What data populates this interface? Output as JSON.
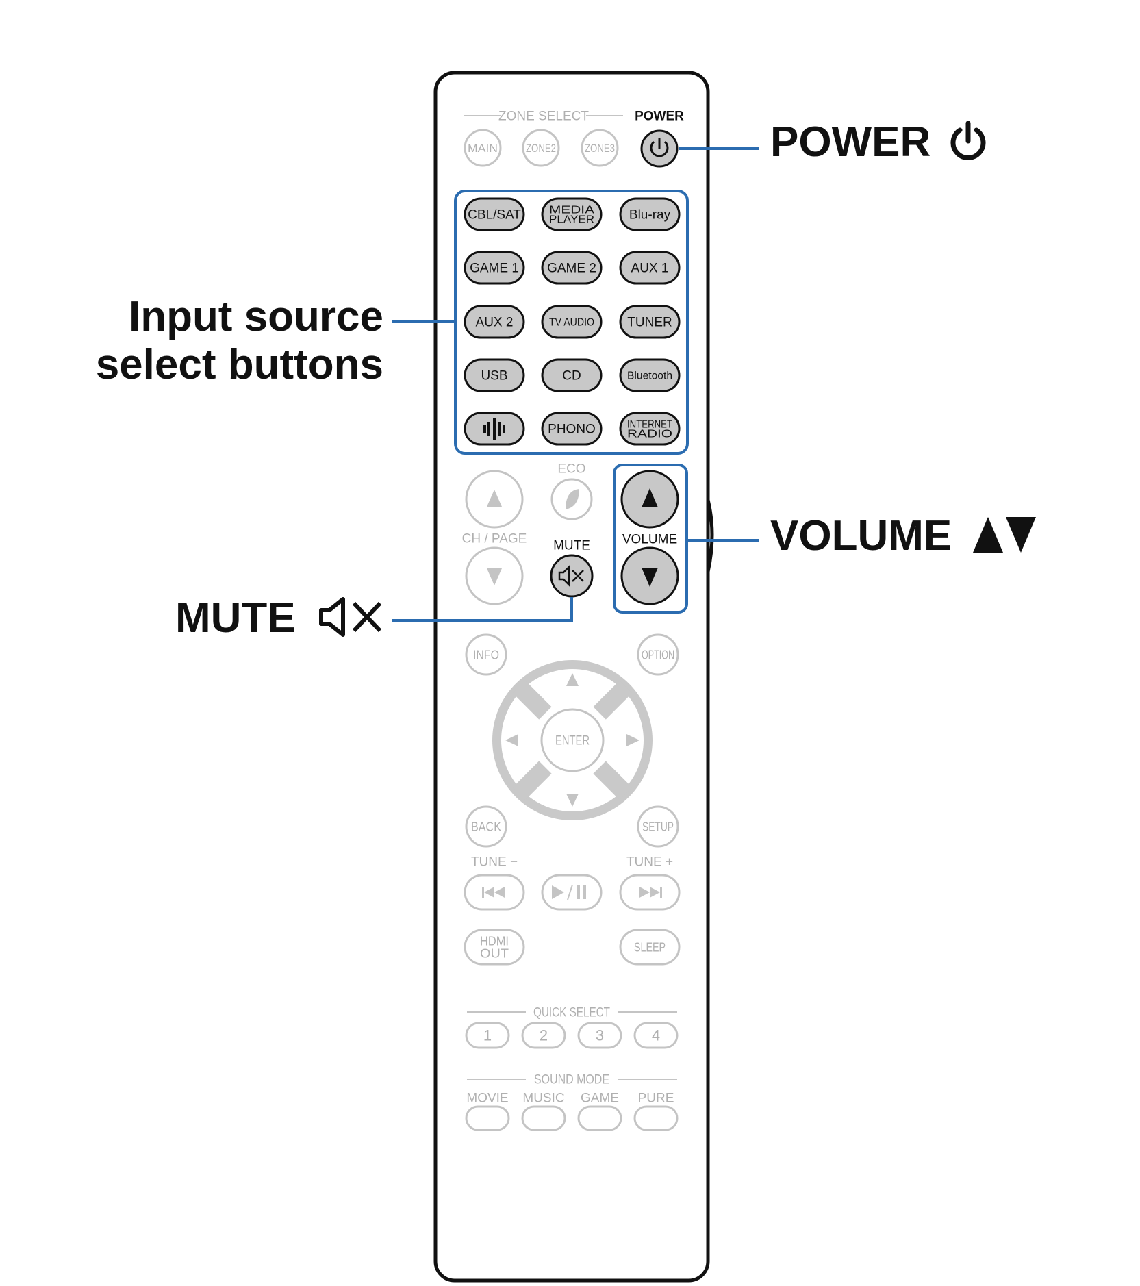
{
  "callouts": {
    "power": "POWER",
    "input_line1": "Input source",
    "input_line2": "select buttons",
    "volume": "VOLUME",
    "mute": "MUTE"
  },
  "remote": {
    "zone_select": "ZONE SELECT",
    "power": "POWER",
    "zones": [
      "MAIN",
      "ZONE2",
      "ZONE3"
    ],
    "inputs": [
      [
        "CBL/SAT",
        "MEDIA|PLAYER",
        "Blu-ray"
      ],
      [
        "GAME 1",
        "GAME 2",
        "AUX 1"
      ],
      [
        "AUX 2",
        "TV AUDIO",
        "TUNER"
      ],
      [
        "USB",
        "CD",
        "Bluetooth"
      ],
      [
        "",
        "PHONO",
        "INTERNET|RADIO"
      ]
    ],
    "eco": "ECO",
    "ch_page": "CH / PAGE",
    "mute": "MUTE",
    "volume": "VOLUME",
    "info": "INFO",
    "option": "OPTION",
    "enter": "ENTER",
    "back": "BACK",
    "setup": "SETUP",
    "tune_minus": "TUNE −",
    "tune_plus": "TUNE +",
    "hdmi_out": "HDMI|OUT",
    "sleep": "SLEEP",
    "quick_select": "QUICK SELECT",
    "quick_buttons": [
      "1",
      "2",
      "3",
      "4"
    ],
    "sound_mode": "SOUND MODE",
    "sound_modes": [
      "MOVIE",
      "MUSIC",
      "GAME",
      "PURE"
    ]
  },
  "colors": {
    "accent": "#2b6cb0",
    "active_fill": "#c8c8c8",
    "inactive": "#c4c4c4",
    "outline": "#111111"
  }
}
